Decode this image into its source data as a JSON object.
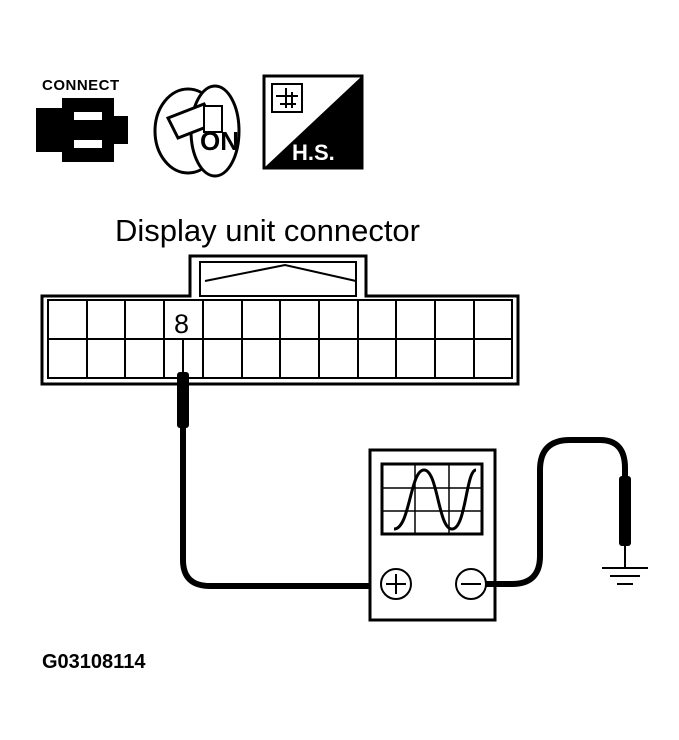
{
  "icons": {
    "connect_label": "CONNECT",
    "ignition_label": "ON",
    "hs_label": "H.S."
  },
  "connector": {
    "title": "Display unit connector",
    "pin_label": "8"
  },
  "figure_id": "G03108114"
}
